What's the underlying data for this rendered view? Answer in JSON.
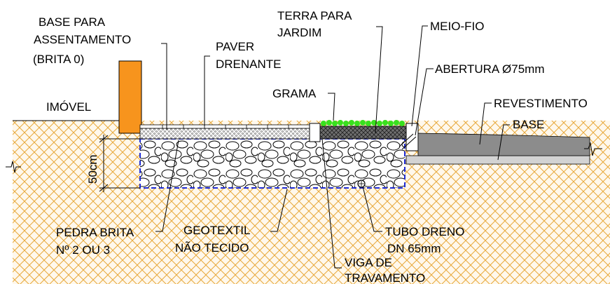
{
  "labels": {
    "base_assentamento": [
      "BASE PARA",
      "ASSENTAMENTO",
      "(BRITA 0)"
    ],
    "imovel": "IMÓVEL",
    "paver": [
      "PAVER",
      "DRENANTE"
    ],
    "terra": [
      "TERRA PARA",
      "JARDIM"
    ],
    "meio_fio": "MEIO-FIO",
    "abertura": "ABERTURA Ø75mm",
    "grama": "GRAMA",
    "revestimento": "REVESTIMENTO",
    "base": "BASE",
    "dimension": "50cm",
    "pedra_brita": [
      "PEDRA BRITA",
      "Nº 2 OU 3"
    ],
    "geotextil": [
      "GEOTEXTIL",
      "NÃO TECIDO"
    ],
    "tubo_dreno": [
      "TUBO DRENO",
      "DN 65mm"
    ],
    "viga": [
      "VIGA DE",
      "TRAVAMENTO"
    ]
  },
  "colors": {
    "soil": "#E8A93A",
    "building": "#F7941D",
    "grass": "#39E01E",
    "geotextile": "#1E2BD6",
    "pavement": "#8C8C8C",
    "base_layer": "#D3D3D3"
  }
}
